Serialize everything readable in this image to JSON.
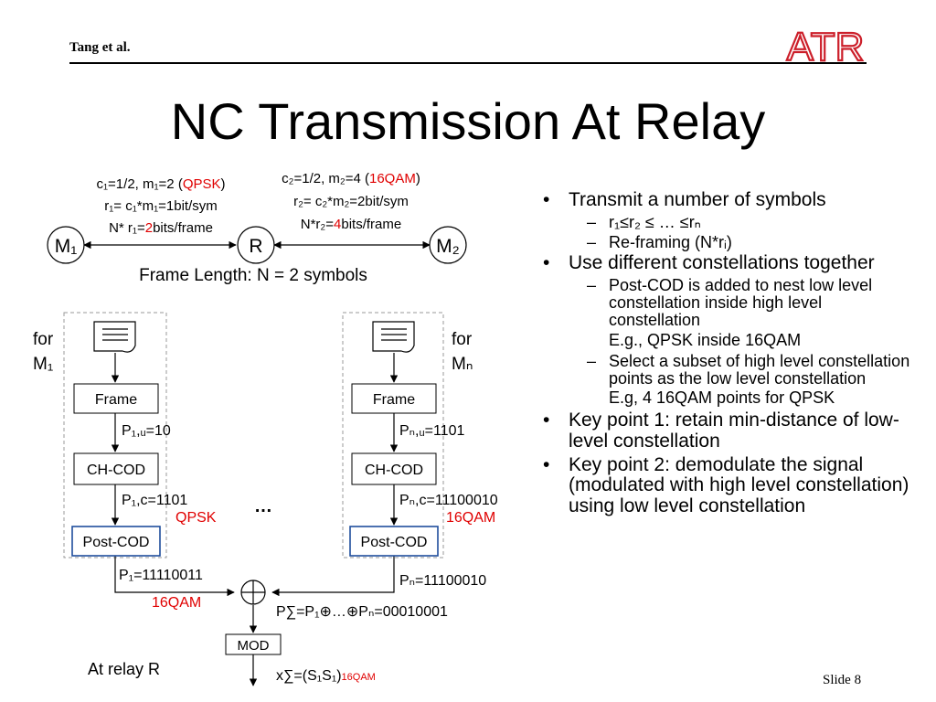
{
  "header": {
    "author": "Tang et al.",
    "logo_text": "ATR"
  },
  "title": "NC Transmission At Relay",
  "slide_number": "Slide 8",
  "top_diagram": {
    "link1": {
      "line1": "c₁=1/2, m₁=2 (",
      "mod": "QPSK",
      "close": ")",
      "line2": "r₁= c₁*m₁=1bit/sym",
      "line3a": "N* r₁=",
      "line3num": "2",
      "line3b": "bits/frame"
    },
    "link2": {
      "line1": "c₂=1/2, m₂=4 (",
      "mod": "16QAM",
      "close": ")",
      "line2": "r₂= c₂*m₂=2bit/sym",
      "line3a": "N*r₂=",
      "line3num": "4",
      "line3b": "bits/frame"
    },
    "nodes": {
      "m1": "M₁",
      "r": "R",
      "m2": "M₂"
    },
    "frame_length": "Frame Length: N = 2 symbols"
  },
  "flow": {
    "left_label": {
      "line1": "for",
      "line2": "M₁"
    },
    "right_label": {
      "line1": "for",
      "line2": "Mₙ"
    },
    "frame": "Frame",
    "chcod": "CH-COD",
    "postcod": "Post-COD",
    "left_pu": "P₁,ᵤ=10",
    "left_pc": "P₁,c=1101",
    "left_pc_mod": "QPSK",
    "left_p": "P₁=11110011",
    "left_p_mod": "16QAM",
    "right_pu": "Pₙ,ᵤ=1101",
    "right_pc": "Pₙ,c=11100010",
    "right_pc_mod": "16QAM",
    "right_p": "Pₙ=11100010",
    "dots": "…",
    "xor_symbol": "⊕",
    "psum": "P∑=P₁⊕…⊕Pₙ=00010001",
    "mod": "MOD",
    "relay_label": "At relay R",
    "output": "x∑=(S₁S₁)",
    "output_mod": "16QAM"
  },
  "bullets": {
    "b1": "Transmit a number of symbols",
    "b1_s1": "r₁≤r₂ ≤ … ≤rₙ",
    "b1_s2": "Re-framing (N*rᵢ)",
    "b2": "Use different constellations together",
    "b2_s1": "Post-COD is added to nest low level constellation inside high level constellation",
    "b2_s1_eg": "E.g., QPSK inside 16QAM",
    "b2_s2": "Select a subset of high level constellation points as the low level constellation",
    "b2_s2_eg": "E.g, 4 16QAM points for QPSK",
    "b3": "Key point 1: retain min-distance of low-level constellation",
    "b4": "Key point 2: demodulate the signal (modulated with high level constellation) using low level constellation"
  },
  "colors": {
    "accent_red": "#e00000",
    "logo_red": "#cc1f2a",
    "box_border_blue": "#1f4e9c",
    "dashed_gray": "#999999"
  }
}
